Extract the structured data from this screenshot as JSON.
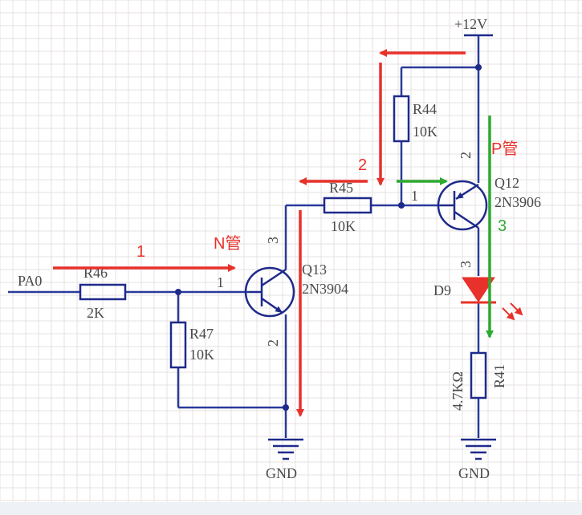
{
  "colors": {
    "wire": "#2a3a9a",
    "label": "#4a4a4a",
    "red_arrow": "#e8312a",
    "green_arrow": "#2eaa32",
    "led_red": "#e8312a"
  },
  "labels": {
    "vcc": "+12V",
    "gnd_left": "GND",
    "gnd_right": "GND",
    "pa0": "PA0",
    "r46_name": "R46",
    "r46_value": "2K",
    "r47_name": "R47",
    "r47_value": "10K",
    "r45_name": "R45",
    "r45_value": "10K",
    "r44_name": "R44",
    "r44_value": "10K",
    "r41_name": "R41",
    "r41_value": "4.7KΩ",
    "q13_name": "Q13",
    "q13_part": "2N3904",
    "q12_name": "Q12",
    "q12_part": "2N3906",
    "d9_name": "D9",
    "q13_pin1": "1",
    "q13_pin2": "2",
    "q13_pin3": "3",
    "q12_pin1": "1",
    "q12_pin2": "2",
    "q12_pin3": "3",
    "d9_pin": "3"
  },
  "annotations": {
    "step1": "1",
    "step2": "2",
    "step3": "3",
    "n_type": "N管",
    "p_type": "P管"
  }
}
